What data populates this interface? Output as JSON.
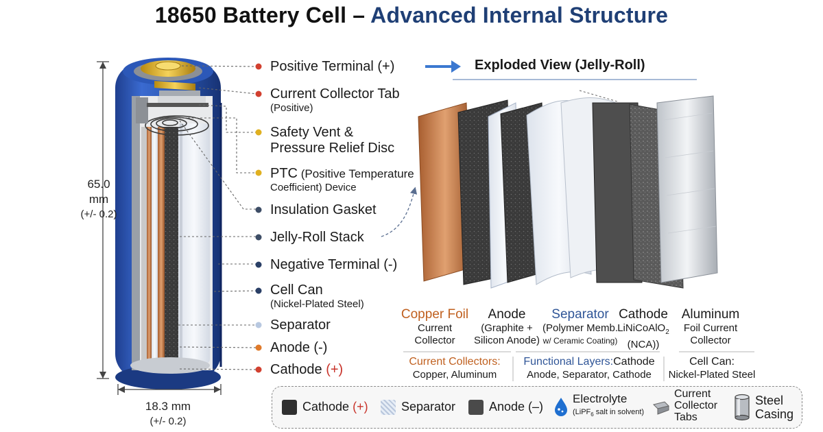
{
  "title_part1": "18650 Battery Cell – ",
  "title_part2": "Advanced Internal Structure",
  "dimensions": {
    "height_value": "65.0",
    "height_unit": "mm",
    "height_tol": "(+/- 0.2)",
    "width_value": "18.3 mm",
    "width_tol": "(+/- 0.2)"
  },
  "callouts": [
    {
      "label": "Positive Terminal (+)",
      "sub": "",
      "dot_color": "#d2402f"
    },
    {
      "label": "Current Collector Tab",
      "sub": "(Positive)",
      "dot_color": "#d2402f"
    },
    {
      "label": "Safety Vent &",
      "label2": "Pressure Relief Disc",
      "dot_color": "#e0b020"
    },
    {
      "label": "PTC",
      "label_rest": " (Positive Temperature",
      "sub": "Coefficient) Device",
      "dot_color": "#e0b020"
    },
    {
      "label": "Insulation Gasket",
      "dot_color": "#3d4d66"
    },
    {
      "label": "Jelly-Roll Stack",
      "dot_color": "#3d4d66"
    },
    {
      "label": "Negative Terminal (-)",
      "dot_color": "#2a3f66"
    },
    {
      "label": "Cell Can",
      "sub": "(Nickel-Plated Steel)",
      "dot_color": "#2a3f66"
    },
    {
      "label": "Separator",
      "dot_color": "#b8c8e0"
    },
    {
      "label": "Anode (-)",
      "dot_color": "#e07a2a"
    },
    {
      "label": "Cathode",
      "label_plus": "(+)",
      "dot_color": "#d2402f"
    }
  ],
  "exploded": {
    "title": "Exploded View (Jelly-Roll)",
    "columns": [
      {
        "head": "Copper Foil",
        "lines": [
          "Current",
          "Collector"
        ],
        "head_color": "#c0601f"
      },
      {
        "head": "Anode",
        "lines": [
          "(Graphite +",
          "Silicon Anode)"
        ],
        "head_color": "#1a1a1a"
      },
      {
        "head": "Separator",
        "lines": [
          "(Polymer Memb.",
          "w/ Ceramic Coating)"
        ],
        "head_color": "#2f5597"
      },
      {
        "head": "Cathode",
        "lines": [
          "LiNiCoAlO",
          "(NCA))"
        ],
        "formula_sub": "2",
        "head_color": "#1a1a1a"
      },
      {
        "head": "Aluminum",
        "lines": [
          "Foil Current",
          "Collector"
        ],
        "head_color": "#1a1a1a"
      }
    ],
    "groups": [
      {
        "head": "Current Collectors:",
        "line": "Copper, Aluminum",
        "head_color": "#c0601f"
      },
      {
        "head": "Functional Layers:",
        "head_tail": "Cathode",
        "line": "Anode, Separator, Cathode",
        "head_color": "#2f5597"
      },
      {
        "head": "Cell Can:",
        "line": "Nickel-Plated Steel",
        "head_color": "#1a1a1a"
      }
    ]
  },
  "legend": {
    "cathode": "Cathode",
    "cathode_plus": "(+)",
    "separator": "Separator",
    "anode": "Anode (–)",
    "electrolyte": "Electrolyte",
    "electrolyte_sub_a": "(LiPF",
    "electrolyte_sub_n": "6",
    "electrolyte_sub_b": " salt in solvent)",
    "tabs_1": "Current",
    "tabs_2": "Collector",
    "tabs_3": "Tabs",
    "casing_1": "Steel",
    "casing_2": "Casing"
  },
  "colors": {
    "can_blue": "#2a56b0",
    "copper": "#c07848",
    "graphite": "#2e2e2e",
    "separator": "#e8ecf2",
    "gold": "#e0b428",
    "arrow_blue": "#3b78d0"
  }
}
